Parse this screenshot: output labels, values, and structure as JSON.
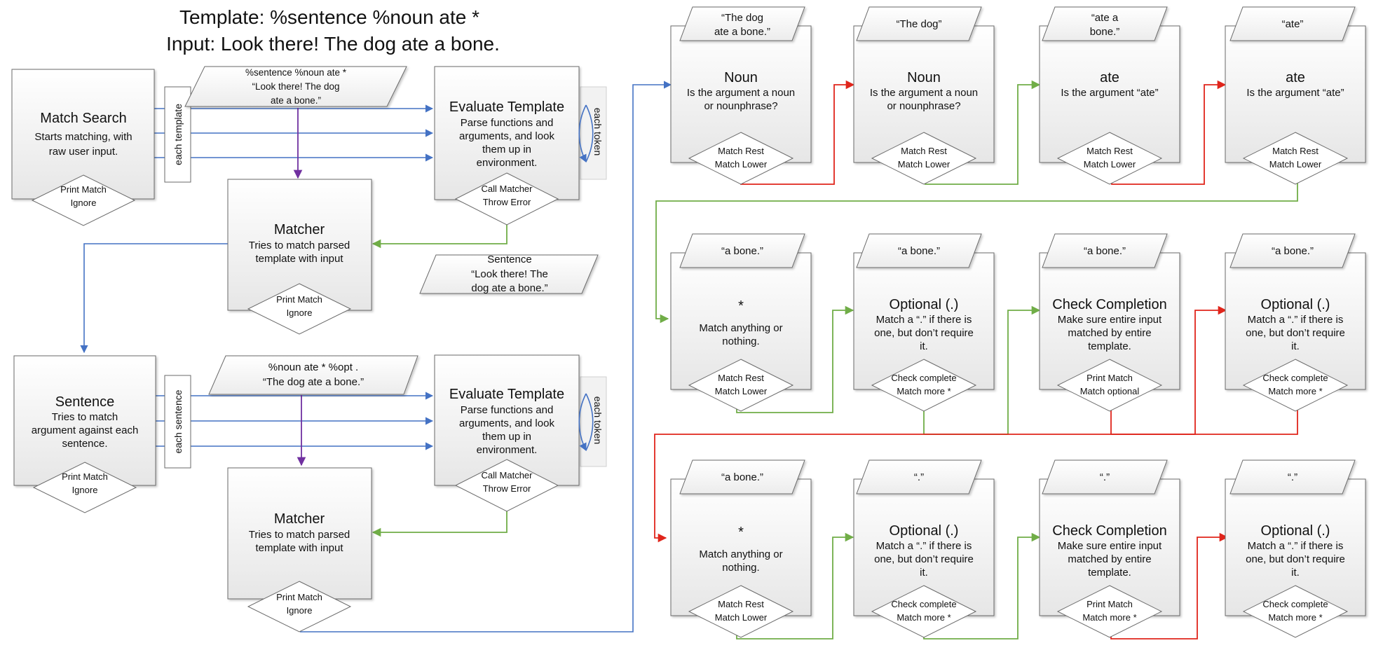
{
  "title": {
    "template_line": "Template: %sentence %noun ate *",
    "input_line": "Input: Look there!  The dog ate a bone."
  },
  "colors": {
    "flow_blue": "#4472c4",
    "success_green": "#70ad47",
    "failure_red": "#e0251b",
    "pass_purple": "#7030a0"
  },
  "left": {
    "match_search": {
      "title": "Match Search",
      "desc": [
        "Starts matching, with",
        "raw user input."
      ],
      "diamond": [
        "Print Match",
        "Ignore"
      ]
    },
    "each_template_label": "each template",
    "input1": [
      "%sentence %noun ate *",
      "“Look there!  The dog",
      "ate a bone.”"
    ],
    "evaluate1": {
      "title": "Evaluate Template",
      "desc": [
        "Parse functions and",
        "arguments, and look",
        "them up in",
        "environment."
      ],
      "diamond": [
        "Call Matcher",
        "Throw Error"
      ],
      "token_label": "each token"
    },
    "matcher1": {
      "title": "Matcher",
      "desc": [
        "Tries to match parsed",
        "template with input"
      ],
      "diamond": [
        "Print Match",
        "Ignore"
      ]
    },
    "sentence_note": [
      "Sentence",
      "“Look there!  The",
      "dog ate a bone.”"
    ],
    "sentence": {
      "title": "Sentence",
      "desc": [
        "Tries to match",
        "argument against each",
        "sentence."
      ],
      "diamond": [
        "Print Match",
        "Ignore"
      ]
    },
    "each_sentence_label": "each sentence",
    "input2": [
      "%noun ate * %opt .",
      "“The dog ate a bone.”"
    ],
    "evaluate2": {
      "title": "Evaluate Template",
      "desc": [
        "Parse functions and",
        "arguments, and look",
        "them up in",
        "environment."
      ],
      "diamond": [
        "Call Matcher",
        "Throw Error"
      ],
      "token_label": "each token"
    },
    "matcher2": {
      "title": "Matcher",
      "desc": [
        "Tries to match parsed",
        "template with input"
      ],
      "diamond": [
        "Print Match",
        "Ignore"
      ]
    }
  },
  "grid": [
    [
      {
        "input": [
          "“The dog",
          "ate a bone.”"
        ],
        "title": "Noun",
        "desc": [
          "Is the argument a noun",
          "or nounphrase?"
        ],
        "diamond": [
          "Match Rest",
          "Match Lower"
        ]
      },
      {
        "input": [
          "“The dog”"
        ],
        "title": "Noun",
        "desc": [
          "Is the argument a noun",
          "or nounphrase?"
        ],
        "diamond": [
          "Match Rest",
          "Match Lower"
        ]
      },
      {
        "input": [
          "“ate a",
          "bone.”"
        ],
        "title": "ate",
        "desc": [
          "Is the argument “ate”"
        ],
        "diamond": [
          "Match Rest",
          "Match Lower"
        ]
      },
      {
        "input": [
          "“ate”"
        ],
        "title": "ate",
        "desc": [
          "Is the argument “ate”"
        ],
        "diamond": [
          "Match Rest",
          "Match Lower"
        ]
      }
    ],
    [
      {
        "input": [
          "“a bone.”"
        ],
        "title": "*",
        "desc": [
          "Match anything or",
          "nothing."
        ],
        "diamond": [
          "Match Rest",
          "Match Lower"
        ]
      },
      {
        "input": [
          "“a bone.”"
        ],
        "title": "Optional (.)",
        "desc": [
          "Match a “.” if there is",
          "one, but don’t require",
          "it."
        ],
        "diamond": [
          "Check complete",
          "Match more *"
        ]
      },
      {
        "input": [
          "“a bone.”"
        ],
        "title": "Check Completion",
        "desc": [
          "Make sure entire input",
          "matched by entire",
          "template."
        ],
        "diamond": [
          "Print Match",
          "Match optional"
        ]
      },
      {
        "input": [
          "“a bone.”"
        ],
        "title": "Optional (.)",
        "desc": [
          "Match a “.” if there is",
          "one, but don’t require",
          "it."
        ],
        "diamond": [
          "Check complete",
          "Match more *"
        ]
      }
    ],
    [
      {
        "input": [
          "“a bone.”"
        ],
        "title": "*",
        "desc": [
          "Match anything or",
          "nothing."
        ],
        "diamond": [
          "Match Rest",
          "Match Lower"
        ]
      },
      {
        "input": [
          "“.”"
        ],
        "title": "Optional (.)",
        "desc": [
          "Match a “.” if there is",
          "one, but don’t require",
          "it."
        ],
        "diamond": [
          "Check complete",
          "Match more *"
        ]
      },
      {
        "input": [
          "“.”"
        ],
        "title": "Check Completion",
        "desc": [
          "Make sure entire input",
          "matched by entire",
          "template."
        ],
        "diamond": [
          "Print Match",
          "Match more *"
        ]
      },
      {
        "input": [
          "“.”"
        ],
        "title": "Optional (.)",
        "desc": [
          "Match a “.” if there is",
          "one, but don’t require",
          "it."
        ],
        "diamond": [
          "Check complete",
          "Match more *"
        ]
      }
    ]
  ]
}
